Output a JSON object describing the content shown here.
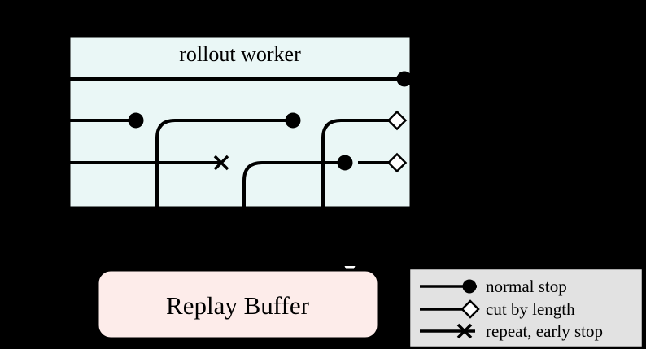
{
  "worker": {
    "title": "rollout worker"
  },
  "replay": {
    "title": "Replay Buffer"
  },
  "legend": {
    "items": [
      {
        "symbol": "normal-stop-icon",
        "label": "normal stop"
      },
      {
        "symbol": "cut-by-length-icon",
        "label": "cut by length"
      },
      {
        "symbol": "repeat-early-stop-icon",
        "label": "repeat, early stop"
      }
    ]
  },
  "colors": {
    "background": "#000000",
    "worker_fill": "#eaf7f6",
    "replay_fill": "#fdecea",
    "legend_fill": "#e2e2e2",
    "stroke": "#000000",
    "marker_fill": "#ffffff"
  }
}
